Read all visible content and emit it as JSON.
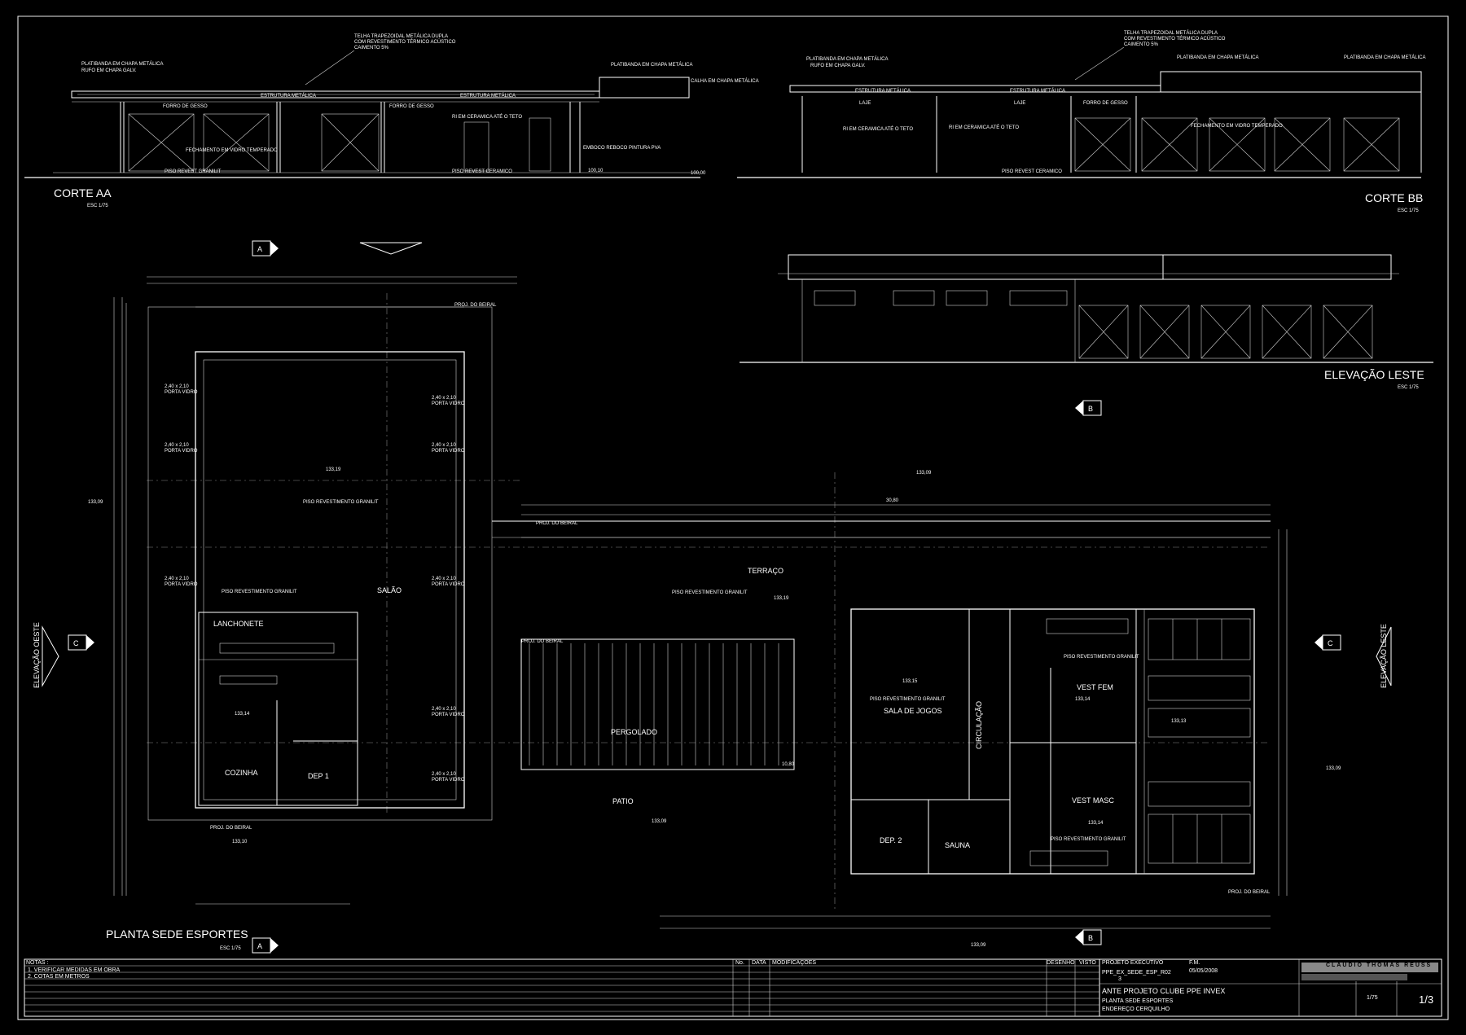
{
  "drawing": {
    "views": {
      "corte_aa": {
        "title": "CORTE AA",
        "scale": "ESC 1/75"
      },
      "corte_bb": {
        "title": "CORTE BB",
        "scale": "ESC 1/75"
      },
      "elevacao_leste": {
        "title": "ELEVAÇÃO LESTE",
        "scale": "ESC 1/75"
      },
      "planta": {
        "title": "PLANTA SEDE ESPORTES",
        "scale": "ESC 1/75"
      },
      "elevacao_oeste_side": "ELEVAÇÃO OESTE",
      "elevacao_leste_side": "ELEVAÇÃO LESTE"
    },
    "section_markers": [
      "A",
      "B",
      "C"
    ],
    "section_notes": {
      "telha": "TELHA TRAPEZOIDAL METÁLICA DUPLA",
      "telha2": "COM REVESTIMENTO TÉRMICO ACÚSTICO",
      "telha3": "CAIMENTO 5%",
      "platibanda": "PLATIBANDA EM CHAPA METÁLICA",
      "rufo": "RUFO EM CHAPA GALV.",
      "estrutura": "ESTRUTURA METÁLICA",
      "forro": "FORRO DE GESSO",
      "fechamento": "FECHAMENTO EM VIDRO TEMPERADO",
      "piso_granit": "PISO REVEST GRANILIT",
      "piso_ceram": "PISO REVEST CERAMICO",
      "ceramica": "RI EM CERAMICA ATÉ O TETO",
      "laje": "LAJE",
      "emboco": "EMBOCO REBOCO PINTURA PVA",
      "calha": "CALHA EM CHAPA METÁLICA",
      "level_100": "100,00",
      "level_101": "100,10"
    },
    "rooms": {
      "salao": "SALÃO",
      "lanchonete": "LANCHONETE",
      "cozinha": "COZINHA",
      "dep1": "DEP 1",
      "terraco": "TERRAÇO",
      "pergolado": "PERGOLADO",
      "patio": "PATIO",
      "sala_jogos": "SALA DE JOGOS",
      "circulacao": "CIRCULAÇÃO",
      "vest_fem": "VEST FEM",
      "vest_masc": "VEST MASC",
      "dep2": "DEP. 2",
      "sauna": "SAUNA"
    },
    "plan_notes": {
      "proj_beiral": "PROJ. DO BEIRAL",
      "piso_granilit": "PISO REVESTIMENTO GRANILIT",
      "porta_vidro": "PORTA VIDRO",
      "porta_dim": "2,40 x 2,10",
      "lvl_133_19": "133,19",
      "lvl_133_09": "133,09",
      "lvl_133_14": "133,14",
      "lvl_133_15": "133,15",
      "lvl_133_13": "133,13",
      "lvl_133_10": "133,10",
      "dim_30_80": "30,80",
      "dim_10_80": "10,80"
    },
    "title_block": {
      "notas_label": "NOTAS :",
      "nota1": "1. VERIFICAR MEDIDAS EM OBRA",
      "nota2": "2. COTAS EM METROS",
      "col_no": "No.",
      "col_data": "DATA",
      "col_mod": "MODIFICAÇÕES",
      "col_desenho": "DESENHO",
      "col_visto": "VISTO",
      "projeto": "PROJETO EXECUTIVO",
      "arquivo": "PPE_EX_SEDE_ESP_R02",
      "rev": "3",
      "date": "05/05/2008",
      "drawn": "F.M.",
      "client": "ANTE PROJETO CLUBE PPE INVEX",
      "sheet_desc": "PLANTA SEDE ESPORTES",
      "endereco": "ENDEREÇO  CERQUILHO",
      "firm": "CLAUDIO THOMAS REUSS",
      "escala": "1/75",
      "sheet": "1/3"
    }
  }
}
